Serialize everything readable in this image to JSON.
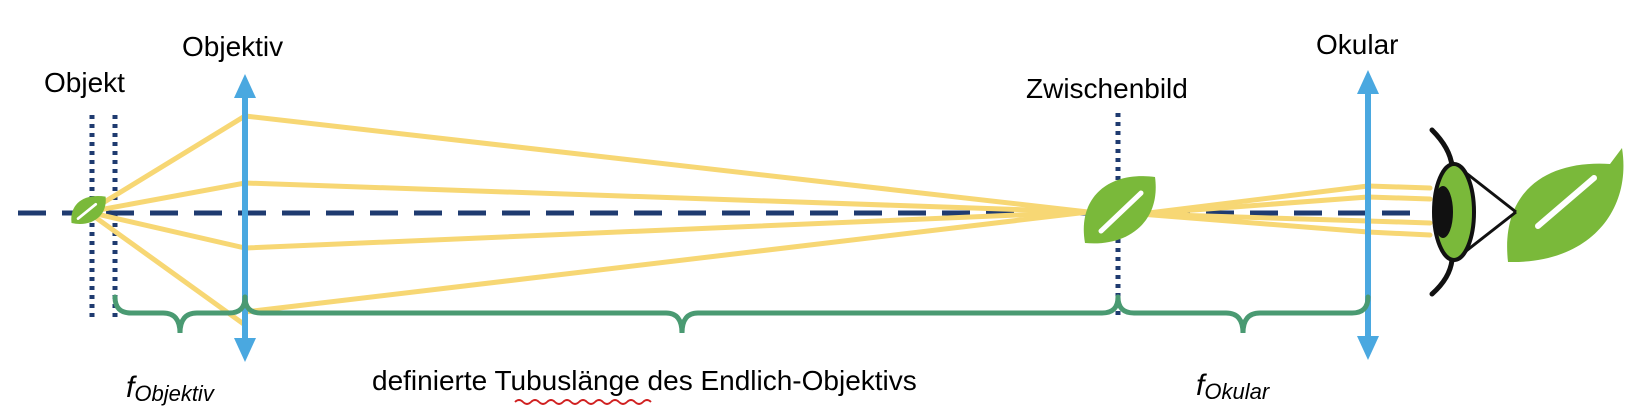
{
  "labels": {
    "objekt": "Objekt",
    "objektiv": "Objektiv",
    "zwischenbild": "Zwischenbild",
    "okular": "Okular"
  },
  "focal": {
    "objective_f": "f",
    "objective_sub": "Objektiv",
    "ocular_f": "f",
    "ocular_sub": "Okular"
  },
  "caption": {
    "pre": "definierte ",
    "underlined": "Tubuslänge",
    "post": " des Endlich-Objektivs"
  },
  "colors": {
    "axis": "#1f3b70",
    "lens": "#4aa8e0",
    "ray": "#f7d774",
    "brace": "#4a9a72",
    "leaf": "#7ab93a",
    "eye_outline": "#111111",
    "spellcheck": "#d02020"
  },
  "icons": {
    "object": "leaf-icon",
    "intermediate_image": "leaf-icon",
    "virtual_image": "leaf-icon",
    "observer": "eye-icon"
  }
}
